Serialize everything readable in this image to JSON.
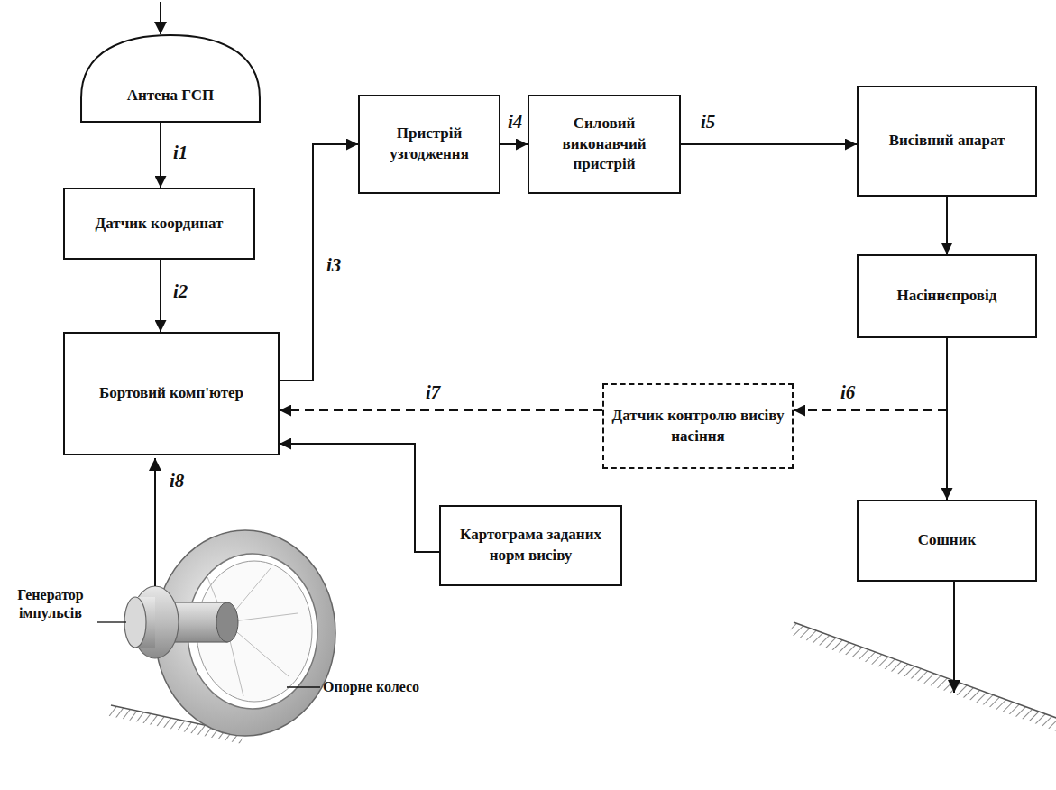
{
  "diagram": {
    "nodes": [
      {
        "text": [
          "Антена ГСП"
        ]
      },
      {
        "text": [
          "Датчик координат"
        ]
      },
      {
        "text": [
          "Пристрій узгодження"
        ]
      },
      {
        "text": [
          "Силовий виконавчий пристрій"
        ]
      },
      {
        "text": [
          "Висівний апарат"
        ]
      },
      {
        "text": [
          "Бортовий комп'ютер"
        ]
      },
      {
        "text": [
          "Насіннєпровід"
        ]
      },
      {
        "text": [
          "Датчик контролю висіву насіння"
        ]
      },
      {
        "text": [
          "Картограма заданих норм висіву"
        ]
      },
      {
        "text": [
          "Сошник"
        ]
      }
    ],
    "edges": [
      {
        "from": 0,
        "to": 1,
        "label": "i1",
        "arrow": "to"
      },
      {
        "from": 1,
        "to": 5,
        "label": "i2",
        "arrow": "to"
      },
      {
        "from": 5,
        "to": 2,
        "label": "i3",
        "arrow": "to"
      },
      {
        "from": 2,
        "to": 3,
        "label": "i4",
        "arrow": "to"
      },
      {
        "from": 3,
        "to": 4,
        "label": "i5",
        "arrow": "to"
      },
      {
        "from": 4,
        "to": 6,
        "arrow": "to"
      },
      {
        "from": 6,
        "to": 9,
        "arrow": "to"
      },
      {
        "from": 6,
        "to": 7,
        "label": "i6",
        "arrow": "to"
      },
      {
        "from": 7,
        "to": 5,
        "label": "i7",
        "arrow": "to"
      },
      {
        "from": 8,
        "to": 5,
        "arrow": "to"
      }
    ],
    "labels": [
      "i8",
      "Генератор імпульсів",
      "Опорне колесо"
    ]
  }
}
